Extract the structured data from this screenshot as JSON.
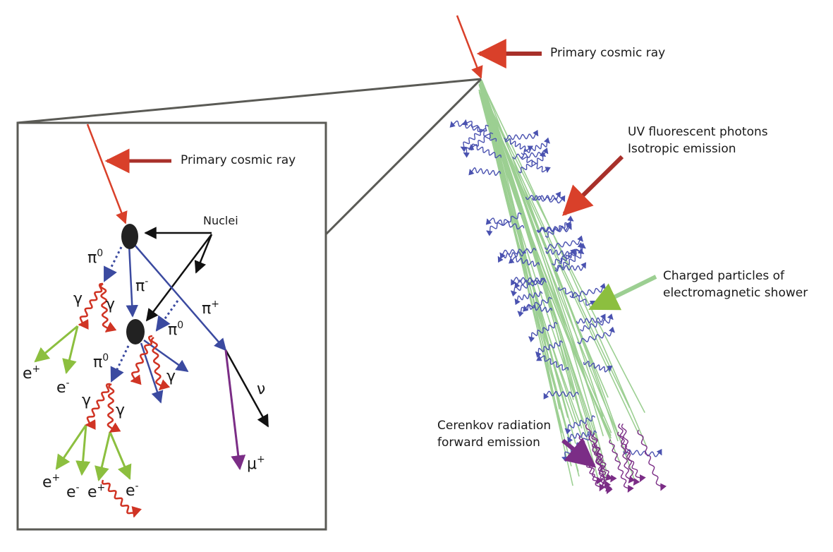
{
  "labels": {
    "primary_ray_main": "Primary cosmic ray",
    "primary_ray_inset": "Primary cosmic ray",
    "uv_line1": "UV fluorescent photons",
    "uv_line2": "Isotropic emission",
    "charged_line1": "Charged particles of",
    "charged_line2": "electromagnetic shower",
    "cerenkov_line1": "Cerenkov radiation",
    "cerenkov_line2": "forward emission",
    "nuclei": "Nuclei"
  },
  "particles": {
    "pi": "π",
    "gamma": "γ",
    "e": "e",
    "nu": "ν",
    "mu": "μ",
    "zero": "0",
    "plus": "+",
    "minus": "-"
  },
  "colors": {
    "primary_red": "#d9402a",
    "label_arrow_red": "#a8302a",
    "pion_blue": "#3b4aa0",
    "photon_blue": "#4a52b0",
    "electron_green": "#8cbf3f",
    "shower_green": "#9ccf92",
    "muon_purple": "#7b2d86",
    "gamma_red": "#d03424",
    "nucleus": "#222222",
    "frame_gray": "#5a5a55"
  }
}
